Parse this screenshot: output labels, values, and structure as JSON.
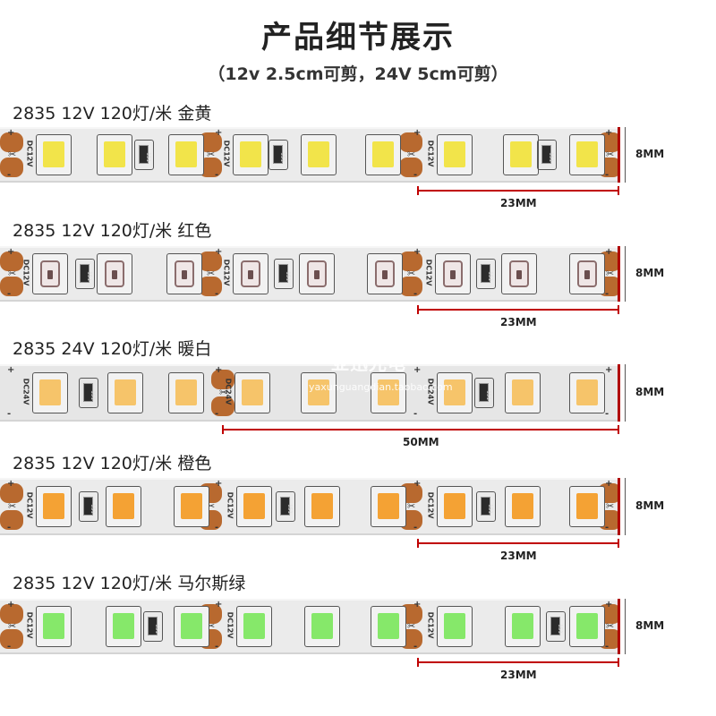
{
  "header": {
    "title": "产品细节展示",
    "subtitle": "（12v 2.5cm可剪，24V 5cm可剪）"
  },
  "watermark": {
    "brand": "亚迅光电",
    "url": "yaxunguangdian.taobao.com"
  },
  "strips": [
    {
      "label": "2835 12V 120灯/米 金黄",
      "width_label": "8MM",
      "cut_label": "23MM",
      "led_color": "#f2e44a",
      "dc_text": "DC12V",
      "type": "normal"
    },
    {
      "label": "2835 12V 120灯/米 红色",
      "width_label": "8MM",
      "cut_label": "23MM",
      "led_color": "#efe6e6",
      "dc_text": "DC12V",
      "type": "red"
    },
    {
      "label": "2835 24V 120灯/米 暖白",
      "width_label": "8MM",
      "cut_label": "50MM",
      "led_color": "#f6c46a",
      "dc_text": "DC24V",
      "type": "normal"
    },
    {
      "label": "2835 12V 120灯/米 橙色",
      "width_label": "8MM",
      "cut_label": "23MM",
      "led_color": "#f4a234",
      "dc_text": "DC12V",
      "type": "normal"
    },
    {
      "label": "2835 12V 120灯/米 马尔斯绿",
      "width_label": "8MM",
      "cut_label": "23MM",
      "led_color": "#86e86a",
      "dc_text": "DC12V",
      "type": "normal"
    }
  ],
  "resistor_text": "151"
}
